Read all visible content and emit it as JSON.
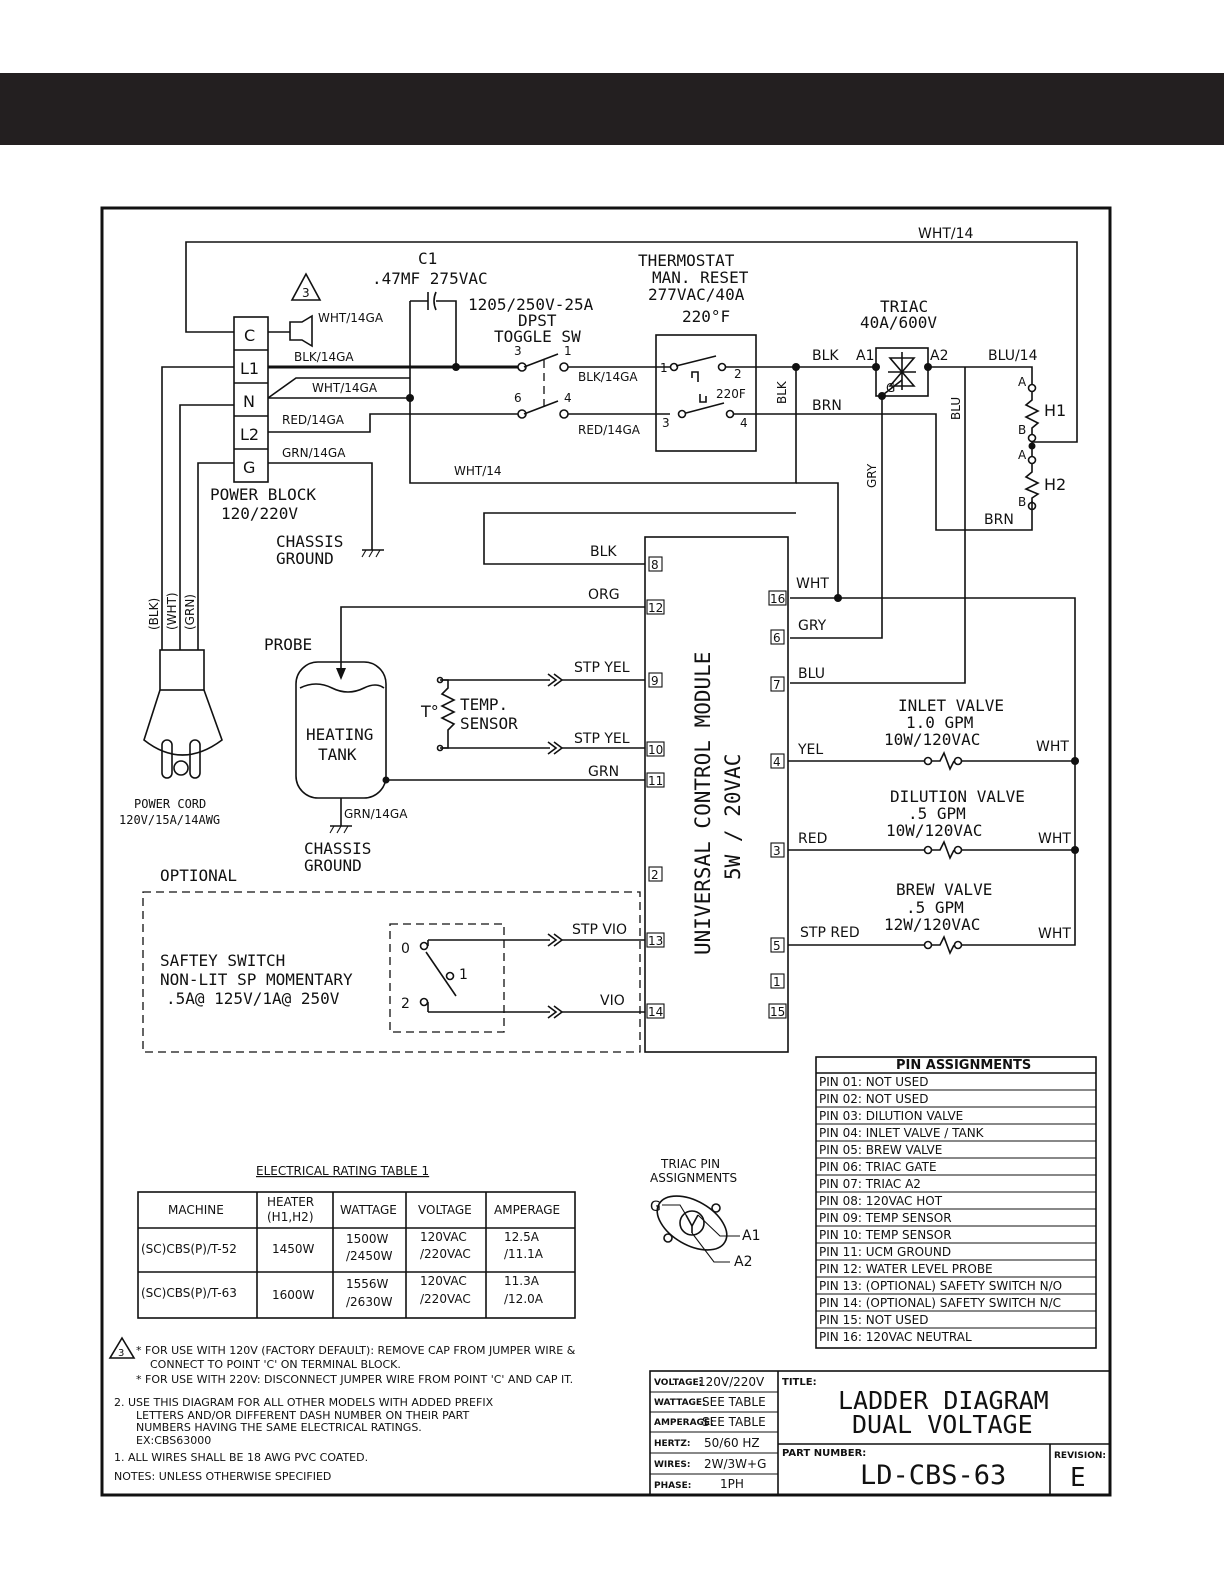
{
  "title_block": {
    "title_label": "TITLE:",
    "title_line1": "LADDER  DIAGRAM",
    "title_line2": "DUAL  VOLTAGE",
    "part_label": "PART NUMBER:",
    "part_number": "LD-CBS-63",
    "revision_label": "REVISION:",
    "revision": "E",
    "specs": [
      {
        "label": "VOLTAGE:",
        "value": "120V/220V"
      },
      {
        "label": "WATTAGE:",
        "value": "SEE  TABLE"
      },
      {
        "label": "AMPERAGE:",
        "value": "SEE  TABLE"
      },
      {
        "label": "HERTZ:",
        "value": "50/60  HZ"
      },
      {
        "label": "WIRES:",
        "value": "2W/3W+G"
      },
      {
        "label": "PHASE:",
        "value": "1PH"
      }
    ]
  },
  "components": {
    "c1_name": "C1",
    "c1_rating": ".47MF  275VAC",
    "note3_symbol": "3",
    "toggle_rating": "1205/250V-25A",
    "toggle_type": "DPST",
    "toggle_name": "TOGGLE  SW",
    "thermostat_line1": "THERMOSTAT",
    "thermostat_line2": "MAN.  RESET",
    "thermostat_line3": "277VAC/40A",
    "thermostat_line4": "220°F",
    "thermostat_inner": "220F",
    "triac_name": "TRIAC",
    "triac_rating": "40A/600V",
    "triac_a1": "A1",
    "triac_a2": "A2",
    "triac_g": "G",
    "heater_h1": "H1",
    "heater_h2": "H2",
    "power_block_line1": "POWER  BLOCK",
    "power_block_line2": "120/220V",
    "terminals": [
      "C",
      "L1",
      "N",
      "L2",
      "G"
    ],
    "chassis_ground": [
      "CHASSIS",
      "GROUND"
    ],
    "power_cord_line1": "POWER  CORD",
    "power_cord_line2": "120V/15A/14AWG",
    "probe": "PROBE",
    "tank_line1": "HEATING",
    "tank_line2": "TANK",
    "temp_sensor_line1": "TEMP.",
    "temp_sensor_line2": "SENSOR",
    "temp_symbol": "T°",
    "optional": "OPTIONAL",
    "safety_line1": "SAFTEY  SWITCH",
    "safety_line2": "NON-LIT  SP  MOMENTARY",
    "safety_line3": ".5A@  125V/1A@  250V",
    "ucm_line1": "UNIVERSAL  CONTROL  MODULE",
    "ucm_line2": "5W  /  20VAC",
    "inlet_valve": [
      "INLET  VALVE",
      "1.0  GPM",
      "10W/120VAC"
    ],
    "dilution_valve": [
      "DILUTION  VALVE",
      ".5  GPM",
      "10W/120VAC"
    ],
    "brew_valve": [
      "BREW  VALVE",
      ".5  GPM",
      "12W/120VAC"
    ],
    "triac_pin_title": [
      "TRIAC  PIN",
      "ASSIGNMENTS"
    ]
  },
  "wire_labels": {
    "wht14_top": "WHT/14",
    "wht14ga_c": "WHT/14GA",
    "blk14ga_l1": "BLK/14GA",
    "wht14ga_n": "WHT/14GA",
    "red14ga_l2": "RED/14GA",
    "grn14ga_g": "GRN/14GA",
    "blk14ga_sw": "BLK/14GA",
    "red14ga_sw": "RED/14GA",
    "blk_thermo": "BLK",
    "blk_vert": "BLK",
    "brn_thermo": "BRN",
    "blu14": "BLU/14",
    "blu_vert": "BLU",
    "gry_vert": "GRY",
    "brn_heater": "BRN",
    "wht14_mid": "WHT/14",
    "cord_blk": "(BLK)",
    "cord_wht": "(WHT)",
    "cord_grn": "(GRN)",
    "grn14ga_tank": "GRN/14GA",
    "pin8": "BLK",
    "pin12": "ORG",
    "pin9": "STP  YEL",
    "pin10": "STP  YEL",
    "pin11": "GRN",
    "pin13": "STP  VIO",
    "pin14": "VIO",
    "pin16": "WHT",
    "pin6": "GRY",
    "pin7": "BLU",
    "pin4": "YEL",
    "pin3": "RED",
    "pin5": "STP RED",
    "valve_wht": "WHT"
  },
  "toggle_pins": [
    "3",
    "1",
    "6",
    "4"
  ],
  "thermo_pins": [
    "1",
    "2",
    "3",
    "4"
  ],
  "switch_pins": [
    "0",
    "1",
    "2"
  ],
  "heater_pins": [
    "A",
    "B",
    "A",
    "B"
  ],
  "ucm_pins_left": [
    "8",
    "12",
    "9",
    "10",
    "11",
    "2",
    "13",
    "14"
  ],
  "ucm_pins_right": [
    "16",
    "6",
    "7",
    "4",
    "3",
    "5",
    "1",
    "15"
  ],
  "pin_assignments": {
    "title": "PIN ASSIGNMENTS",
    "rows": [
      "PIN 01: NOT USED",
      "PIN 02: NOT USED",
      "PIN 03: DILUTION VALVE",
      "PIN 04: INLET VALVE / TANK",
      "PIN 05: BREW VALVE",
      "PIN 06: TRIAC GATE",
      "PIN 07: TRIAC A2",
      "PIN 08: 120VAC HOT",
      "PIN 09: TEMP SENSOR",
      "PIN 10: TEMP SENSOR",
      "PIN 11: UCM GROUND",
      "PIN 12: WATER LEVEL PROBE",
      "PIN 13: (OPTIONAL) SAFETY SWITCH N/O",
      "PIN 14: (OPTIONAL) SAFETY SWITCH N/C",
      "PIN 15: NOT USED",
      "PIN 16: 120VAC NEUTRAL"
    ]
  },
  "rating_table": {
    "title": "ELECTRICAL  RATING  TABLE  1",
    "headers": [
      "MACHINE",
      "HEATER",
      "(H1,H2)",
      "WATTAGE",
      "VOLTAGE",
      "AMPERAGE"
    ],
    "rows": [
      [
        "(SC)CBS(P)/T-52",
        "1450W",
        "1500W",
        "/2450W",
        "120VAC",
        "/220VAC",
        "12.5A",
        "/11.1A"
      ],
      [
        "(SC)CBS(P)/T-63",
        "1600W",
        "1556W",
        "/2630W",
        "120VAC",
        "/220VAC",
        "11.3A",
        "/12.0A"
      ]
    ]
  },
  "notes": {
    "note3_lines": [
      "* FOR USE WITH 120V (FACTORY DEFAULT): REMOVE CAP FROM JUMPER WIRE &",
      "CONNECT TO POINT 'C' ON TERMINAL BLOCK.",
      "* FOR USE WITH 220V: DISCONNECT JUMPER WIRE FROM POINT 'C' AND CAP  IT."
    ],
    "note2_lines": [
      "2.  USE THIS DIAGRAM FOR ALL OTHER MODELS WITH ADDED PREFIX",
      "LETTERS AND/OR DIFFERENT DASH NUMBER ON THEIR PART",
      "NUMBERS HAVING THE SAME ELECTRICAL RATINGS.",
      "EX:CBS63000"
    ],
    "note1": "1.  ALL WIRES SHALL BE 18 AWG PVC COATED.",
    "notes_header": "NOTES: UNLESS OTHERWISE SPECIFIED"
  }
}
